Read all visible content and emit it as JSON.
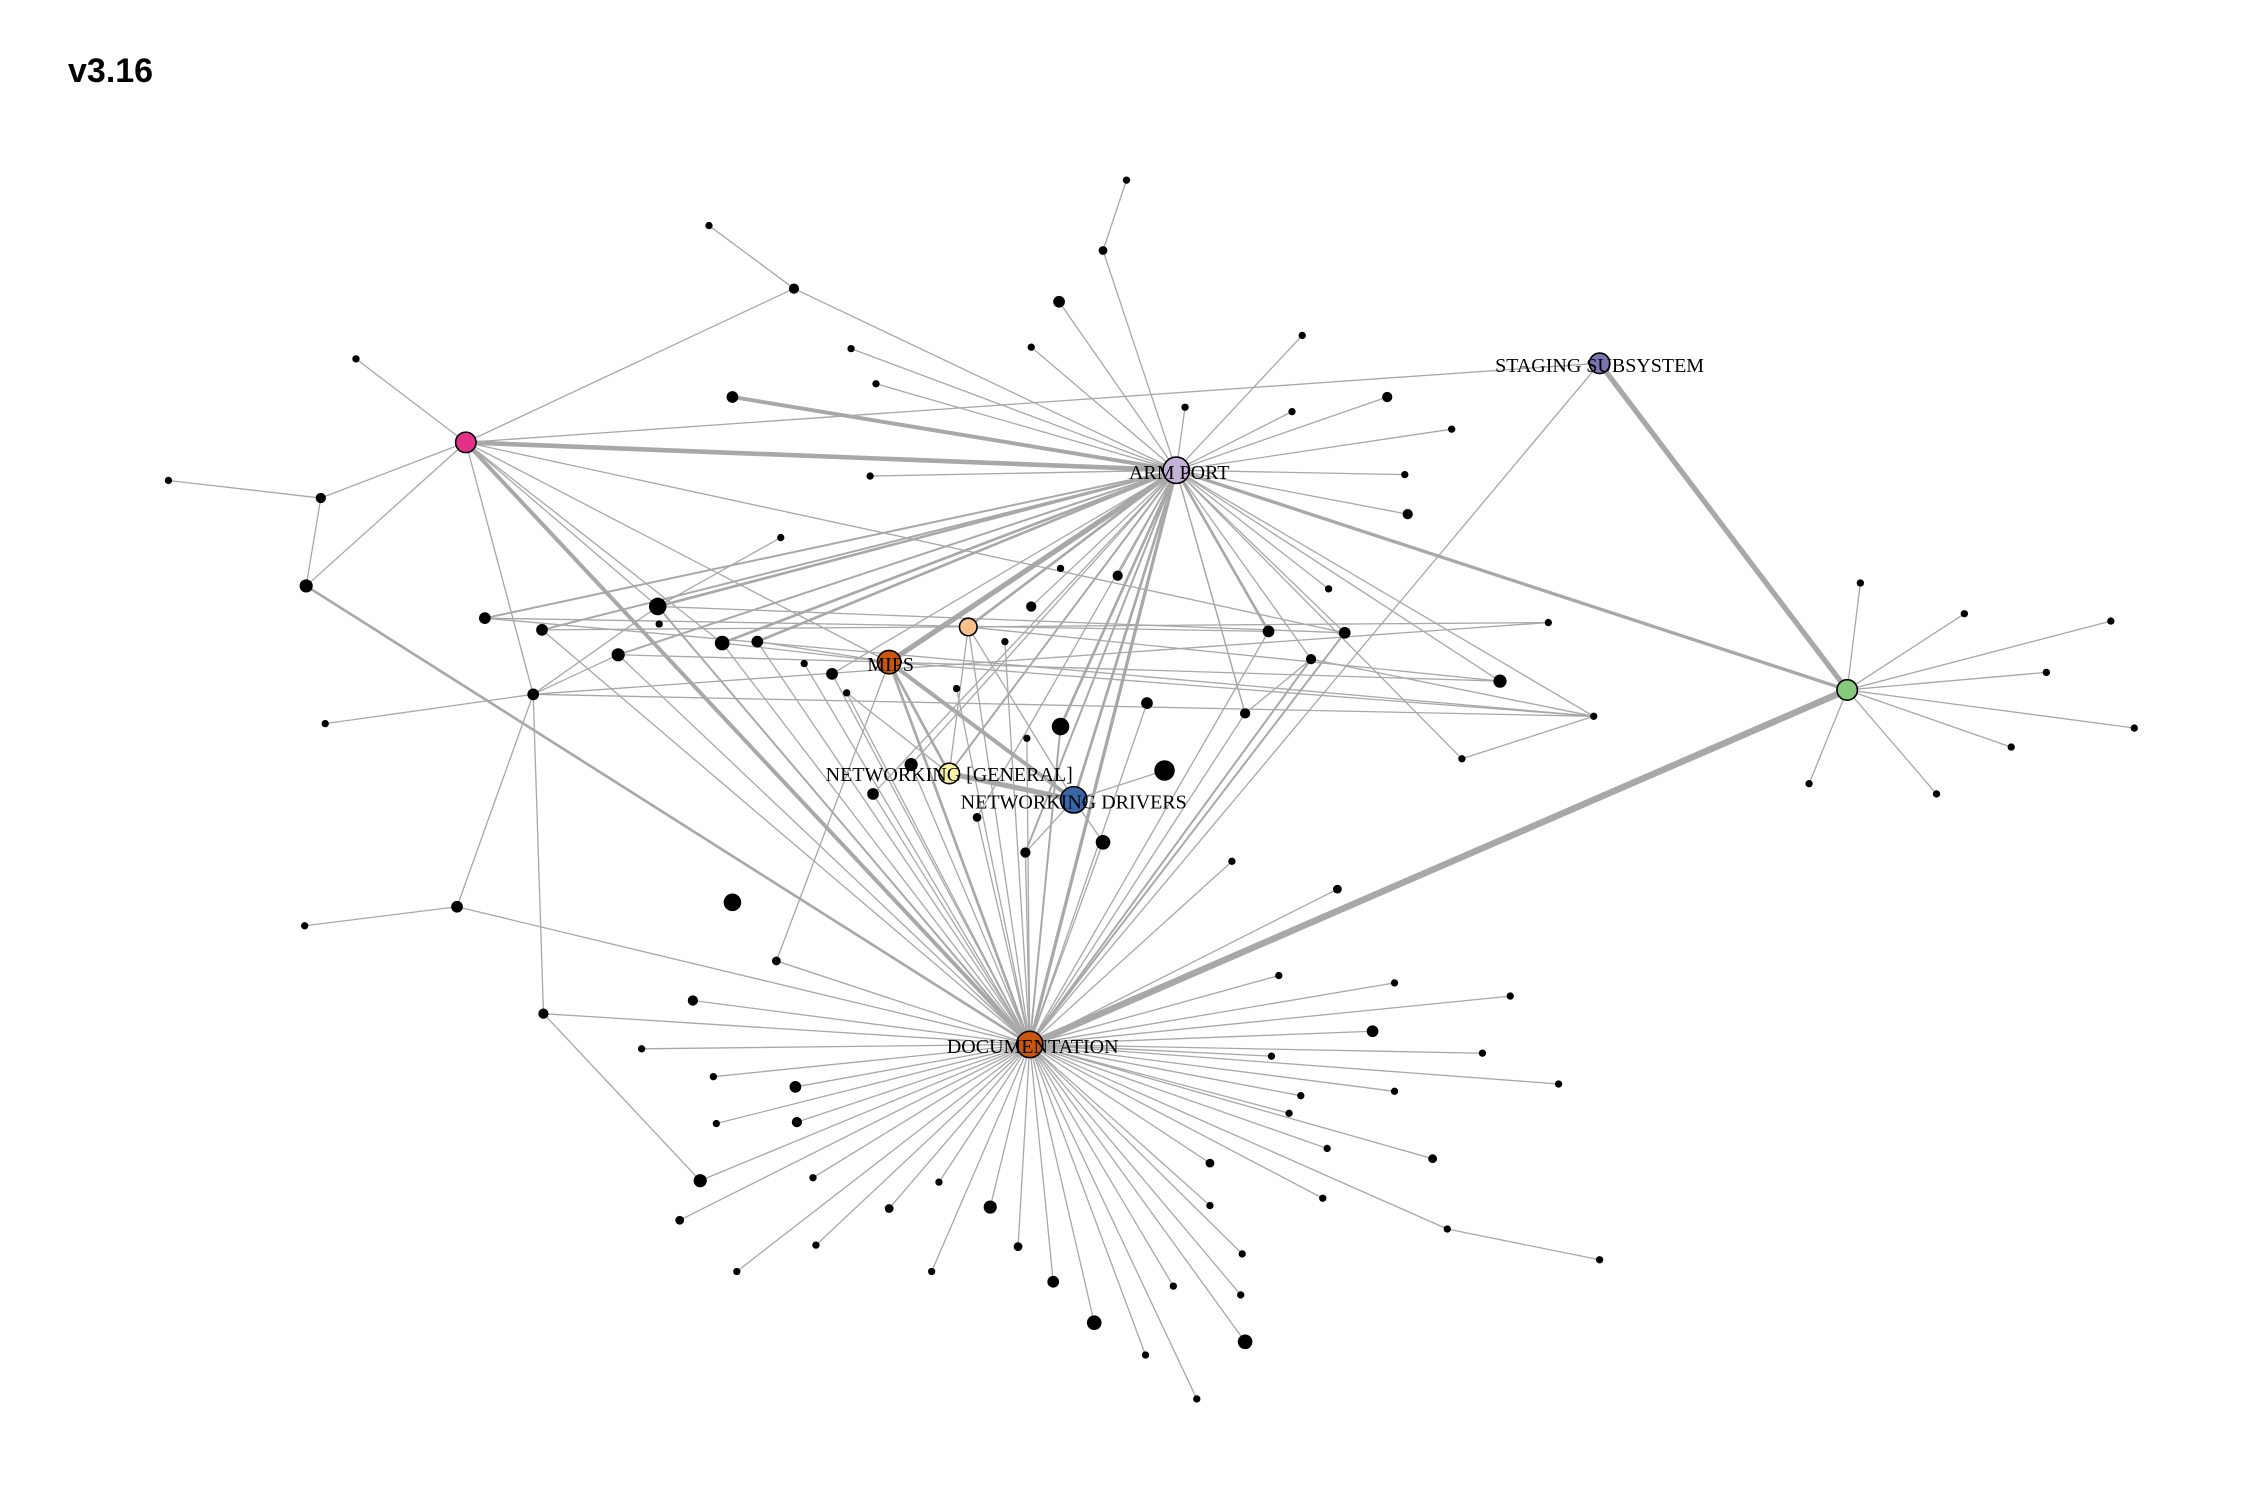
{
  "title": "v3.16",
  "colors": {
    "edge": "#a8a8a8",
    "minor_node": "#000000",
    "documentation": "#c8560f",
    "arm_port": "#c3b2d8",
    "mips": "#c8560f",
    "networking_general": "#f8f2a6",
    "networking_drivers": "#3a66a8",
    "staging_subsystem": "#7a74b2",
    "pink_hub": "#e3318a",
    "green_hub": "#86c97c",
    "peach_hub": "#f8c08c"
  },
  "hubs": [
    {
      "id": "doc",
      "label": "DOCUMENTATION",
      "color_key": "documentation"
    },
    {
      "id": "arm",
      "label": "ARM PORT",
      "color_key": "arm_port"
    },
    {
      "id": "mips",
      "label": "MIPS",
      "color_key": "mips"
    },
    {
      "id": "netgen",
      "label": "NETWORKING [GENERAL]",
      "color_key": "networking_general"
    },
    {
      "id": "netdrv",
      "label": "NETWORKING DRIVERS",
      "color_key": "networking_drivers"
    },
    {
      "id": "staging",
      "label": "STAGING SUBSYSTEM",
      "color_key": "staging_subsystem"
    },
    {
      "id": "pink",
      "label": "",
      "color_key": "pink_hub"
    },
    {
      "id": "green",
      "label": "",
      "color_key": "green_hub"
    },
    {
      "id": "peach",
      "label": "",
      "color_key": "peach_hub"
    }
  ]
}
